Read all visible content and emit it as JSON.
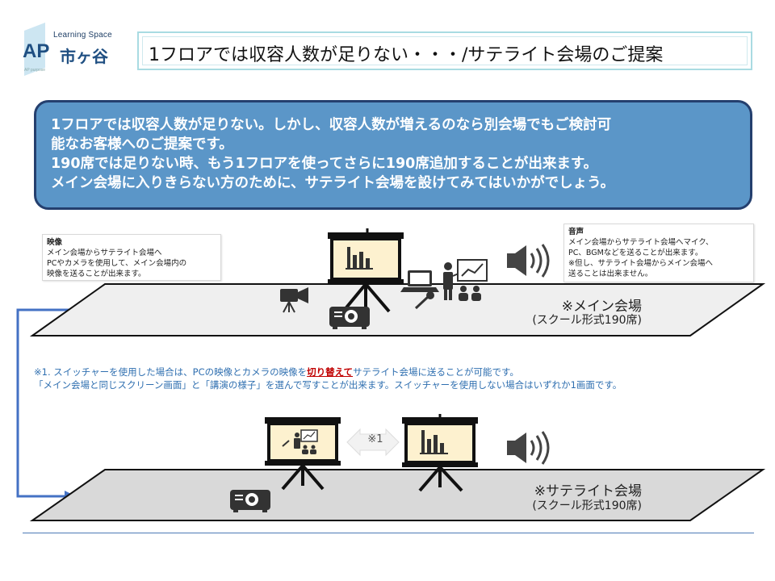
{
  "logo": {
    "brand_top": "Learning Space",
    "brand_mark": "AP",
    "brand_jp": "市ヶ谷",
    "tagline": "AP purpose"
  },
  "title": "1フロアでは収容人数が足りない・・・/サテライト会場のご提案",
  "summary": {
    "lines": [
      "1フロアでは収容人数が足りない。しかし、収容人数が増えるのなら別会場でもご検討可",
      "能なお客様へのご提案です。",
      "190席では足りない時、もう1フロアを使ってさらに190席追加することが出来ます。",
      "メイン会場に入りきらない方のために、サテライト会場を設けてみてはいかがでしょう。"
    ]
  },
  "notes": {
    "video": {
      "heading": "映像",
      "lines": [
        "メイン会場からサテライト会場へ",
        "PCやカメラを使用して、メイン会場内の",
        "映像を送ることが出来ます。"
      ]
    },
    "audio": {
      "heading": "音声",
      "lines": [
        "メイン会場からサテライト会場へマイク、",
        "PC、BGMなどを送ることが出来ます。",
        "※但し、サテライト会場からメイン会場へ",
        "送ることは出来ません。"
      ]
    }
  },
  "switcher": {
    "line1_before": "※1. スイッチャーを使用した場合は、PCの映像とカメラの映像を",
    "line1_em": "切り替えて",
    "line1_after": "サテライト会場に送ることが可能です。",
    "line2": "「メイン会場と同じスクリーン画面」と「講演の様子」を選んで写すことが出来ます。スイッチャーを使用しない場合はいずれか1画面です。"
  },
  "main_venue": {
    "label": "※メイン会場",
    "sub": "(スクール形式190席)"
  },
  "satellite_venue": {
    "label": "※サテライト会場",
    "sub": "(スクール形式190席)"
  },
  "switch_marker": "※1",
  "colors": {
    "accent_blue": "#5b96c8",
    "dark_blue": "#243f6e",
    "floor_gray": "#efefef",
    "screen_fill": "#fdf1cf",
    "emphasis_red": "#c00000"
  },
  "icons": [
    "projector-screen-icon",
    "camera-icon",
    "projector-icon",
    "laptop-icon",
    "microphone-icon",
    "presenter-icon",
    "audience-icon",
    "speaker-icon",
    "arrow-double-icon"
  ]
}
